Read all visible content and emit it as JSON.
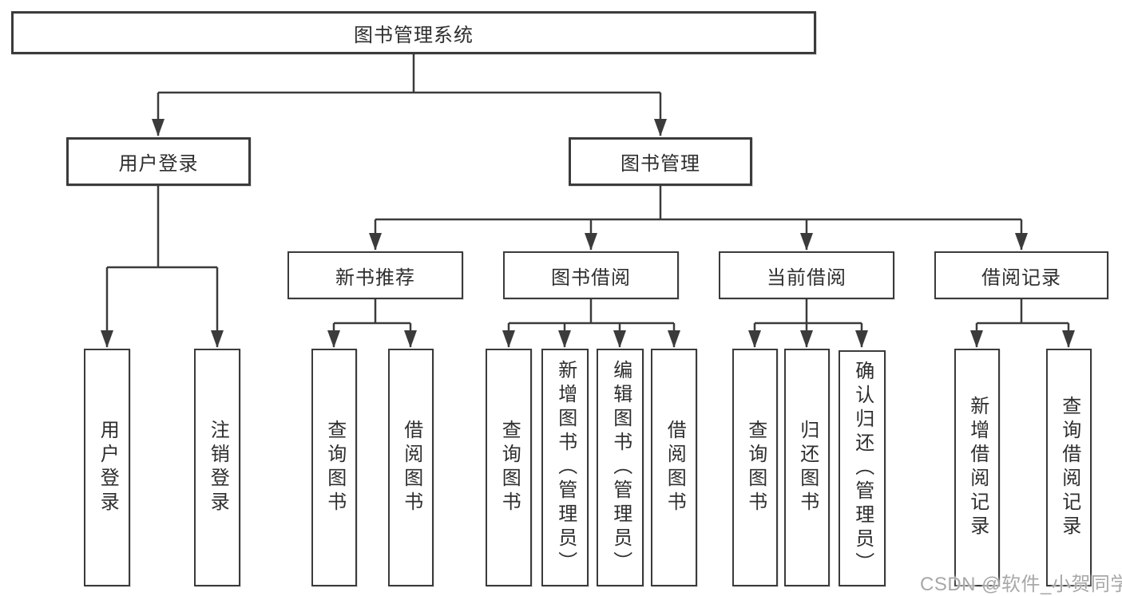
{
  "diagram": {
    "type": "tree",
    "line_color": "#3b3b3b",
    "box_background": "#ffffff",
    "text_color": "#2e2e2e"
  },
  "tree": {
    "root": {
      "label": "图书管理系统",
      "children": [
        {
          "label": "用户登录",
          "children": [
            {
              "label": "用户登录"
            },
            {
              "label": "注销登录"
            }
          ]
        },
        {
          "label": "图书管理",
          "children": [
            {
              "label": "新书推荐",
              "children": [
                {
                  "label": "查询图书"
                },
                {
                  "label": "借阅图书"
                }
              ]
            },
            {
              "label": "图书借阅",
              "children": [
                {
                  "label": "查询图书"
                },
                {
                  "label": "新增图书（管理员）"
                },
                {
                  "label": "编辑图书（管理员）"
                },
                {
                  "label": "借阅图书"
                }
              ]
            },
            {
              "label": "当前借阅",
              "children": [
                {
                  "label": "查询图书"
                },
                {
                  "label": "归还图书"
                },
                {
                  "label": "确认归还（管理员）"
                }
              ]
            },
            {
              "label": "借阅记录",
              "children": [
                {
                  "label": "新增借阅记录"
                },
                {
                  "label": "查询借阅记录"
                }
              ]
            }
          ]
        }
      ]
    }
  },
  "watermark": {
    "text": "CSDN @软件_小贺同学",
    "color": "#a8a8a8"
  }
}
